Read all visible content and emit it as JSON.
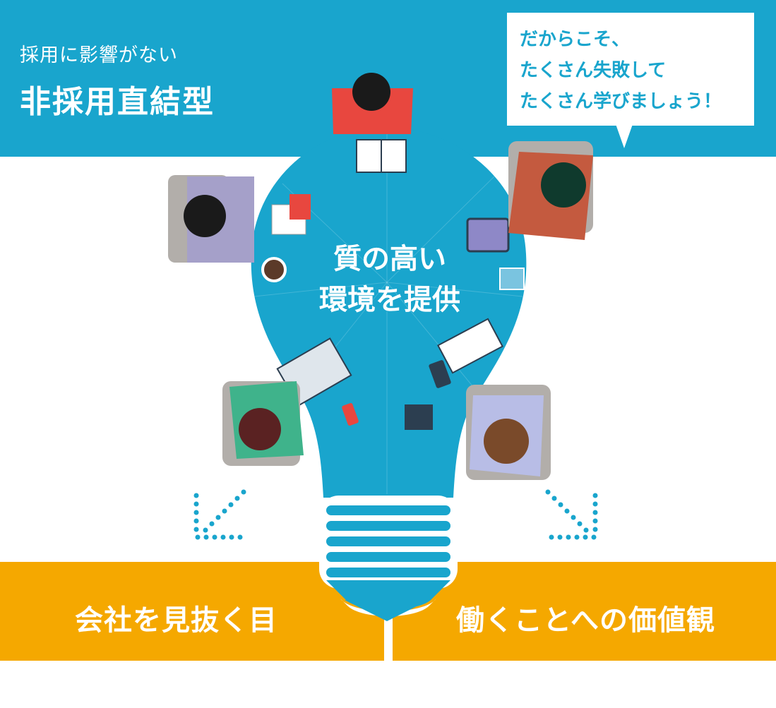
{
  "header": {
    "subtitle": "採用に影響がない",
    "title": "非採用直結型"
  },
  "speech_bubble": {
    "lines": [
      "だからこそ、",
      "たくさん失敗して",
      "たくさん学びましょう！"
    ]
  },
  "center": {
    "lines": [
      "質の高い",
      "環境を提供"
    ]
  },
  "outcomes": {
    "left": "会社を見抜く目",
    "right": "働くことへの価値観"
  },
  "colors": {
    "blue": "#19a5cd",
    "orange": "#f5a800",
    "white": "#ffffff"
  },
  "icons": [
    "lightbulb-icon",
    "arrow-down-left-icon",
    "arrow-down-right-icon"
  ]
}
